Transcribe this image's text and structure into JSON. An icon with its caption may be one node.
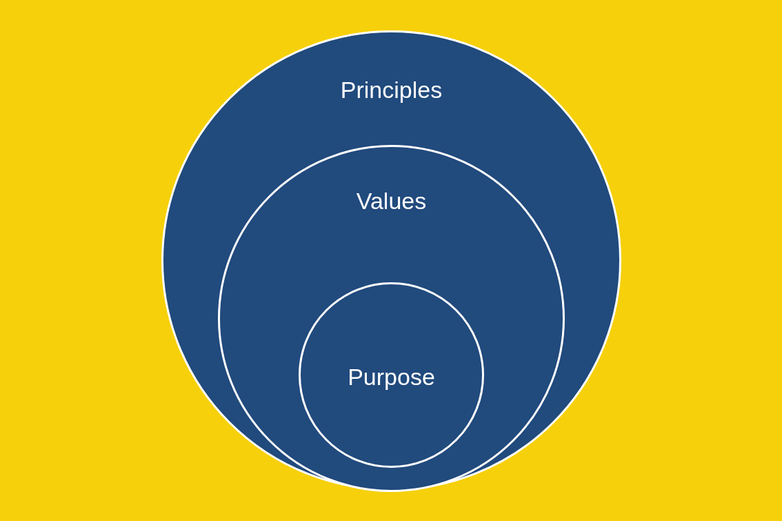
{
  "diagram": {
    "nodes": [
      {
        "text": [
          "Principles"
        ]
      },
      {
        "text": [
          "Values"
        ],
        "in": 0
      },
      {
        "text": [
          "Purpose"
        ],
        "in": 1
      }
    ]
  }
}
